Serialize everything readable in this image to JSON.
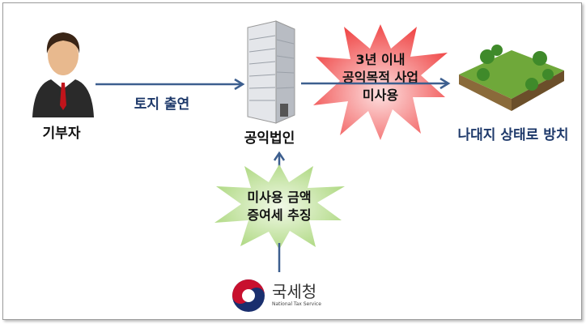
{
  "nodes": {
    "donor": {
      "label": "기부자",
      "icon": "businessman-icon"
    },
    "foundation": {
      "label": "공익법인",
      "icon": "office-building-icon"
    },
    "land": {
      "label": "나대지 상태로 방치",
      "icon": "vacant-land-icon"
    }
  },
  "edges": {
    "donation": {
      "label": "토지 출연"
    }
  },
  "bursts": {
    "unused": {
      "lines": [
        "3년 이내",
        "공익목적 사업",
        "미사용"
      ],
      "color": "#f04a4a"
    },
    "tax": {
      "lines": [
        "미사용 금액",
        "증여세 추징"
      ],
      "color": "#a9d67a"
    }
  },
  "nts": {
    "name": "국세청",
    "english": "National Tax Service"
  },
  "colors": {
    "arrow": "#3d5f8f",
    "label": "#1f3a6b"
  }
}
